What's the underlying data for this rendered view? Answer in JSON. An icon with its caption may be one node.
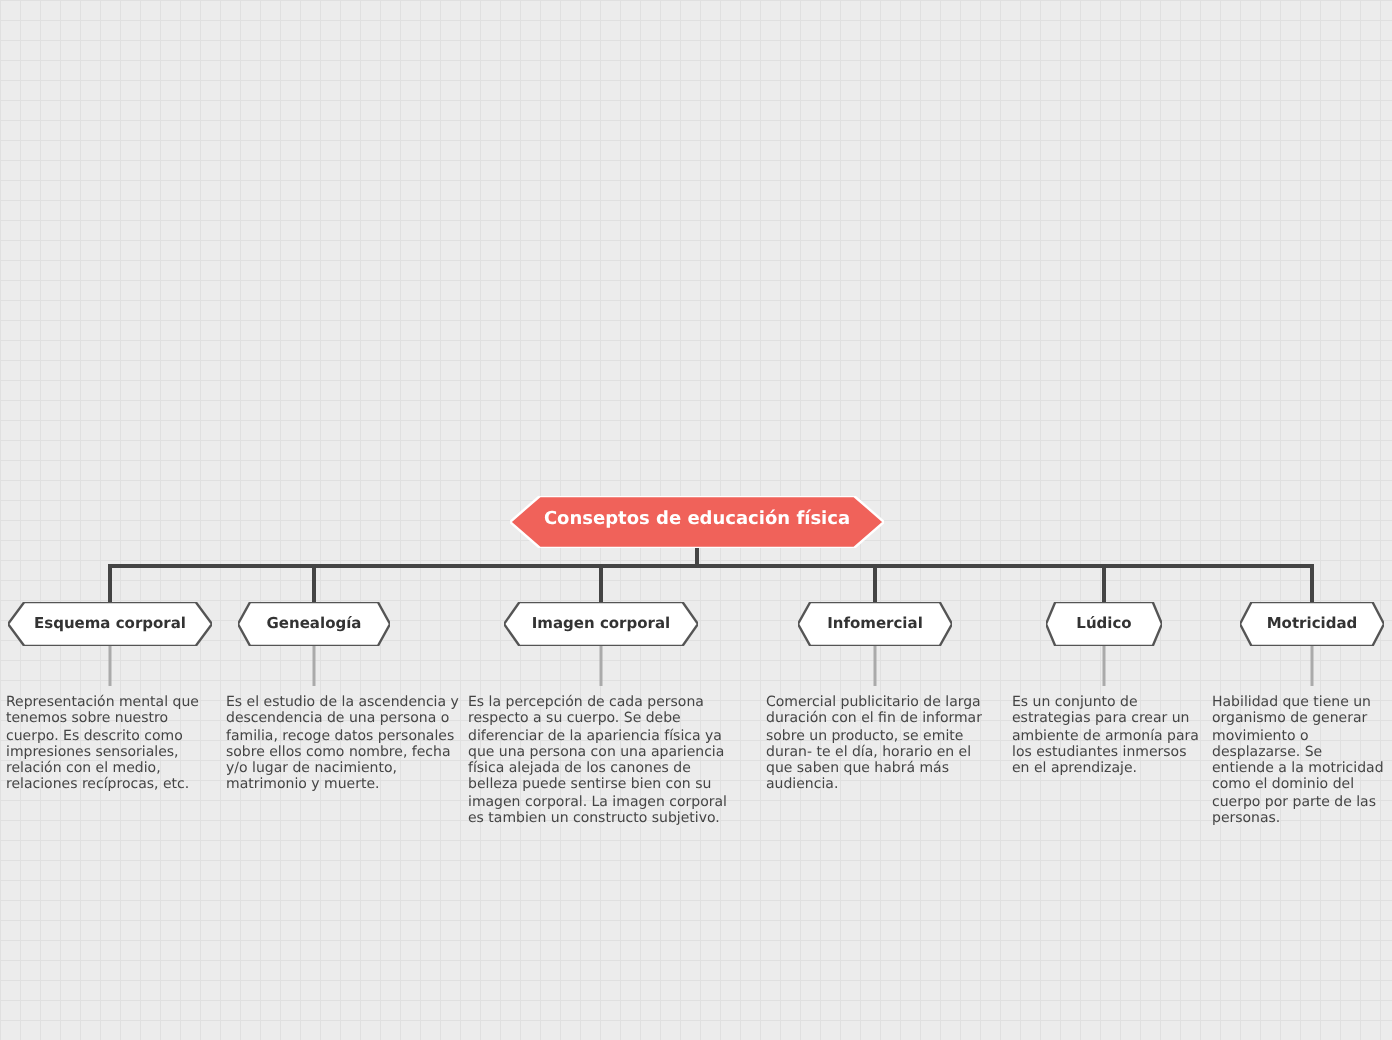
{
  "diagram": {
    "nodes": [
      {
        "text": [
          "Conseptos de educación física"
        ]
      },
      {
        "text": [
          "Esquema corporal"
        ]
      },
      {
        "text": [
          "Genealogía"
        ]
      },
      {
        "text": [
          "Imagen corporal"
        ]
      },
      {
        "text": [
          "Infomercial"
        ]
      },
      {
        "text": [
          "Lúdico"
        ]
      },
      {
        "text": [
          "Motricidad"
        ]
      },
      {
        "text": [
          "Representación mental que tenemos sobre nuestro cuerpo. Es descrito como impresiones sensoriales, relación con el medio, relaciones recíprocas, etc."
        ]
      },
      {
        "text": [
          "Es el estudio de  la ascendencia y descendencia de una persona o familia, recoge datos personales sobre ellos como nombre, fecha y/o lugar de nacimiento, matrimonio y muerte."
        ]
      },
      {
        "text": [
          "Es la percepción de cada persona respecto a su cuerpo. Se debe diferenciar de la apariencia física ya que una persona con una apariencia física alejada de los canones de belleza puede sentirse bien con su imagen corporal. La imagen corporal es tambien un constructo subjetivo."
        ]
      },
      {
        "text": [
          "Comercial publicitario de larga duración con el fin de informar sobre un producto, se emite duran- te el día, horario en el que saben que habrá más audiencia."
        ]
      },
      {
        "text": [
          "Es un conjunto de estrategias para crear un ambiente de armonía para los estudiantes inmersos en el aprendizaje."
        ]
      },
      {
        "text": [
          "Habilidad que tiene un organismo de generar movimiento o desplazarse. Se entiende a la motricidad como el dominio del cuerpo por parte de las personas."
        ]
      }
    ],
    "edges": [
      {
        "from": 0,
        "to": 1,
        "arrow": "none"
      },
      {
        "from": 0,
        "to": 2,
        "arrow": "none"
      },
      {
        "from": 0,
        "to": 3,
        "arrow": "none"
      },
      {
        "from": 0,
        "to": 4,
        "arrow": "none"
      },
      {
        "from": 0,
        "to": 5,
        "arrow": "none"
      },
      {
        "from": 0,
        "to": 6,
        "arrow": "none"
      },
      {
        "from": 1,
        "to": 7,
        "arrow": "none",
        "color": "#aaaaaa"
      },
      {
        "from": 2,
        "to": 8,
        "arrow": "none",
        "color": "#aaaaaa"
      },
      {
        "from": 3,
        "to": 9,
        "arrow": "none",
        "color": "#aaaaaa"
      },
      {
        "from": 4,
        "to": 10,
        "arrow": "none",
        "color": "#aaaaaa"
      },
      {
        "from": 5,
        "to": 11,
        "arrow": "none",
        "color": "#aaaaaa"
      },
      {
        "from": 6,
        "to": 12,
        "arrow": "none",
        "color": "#aaaaaa"
      }
    ]
  }
}
